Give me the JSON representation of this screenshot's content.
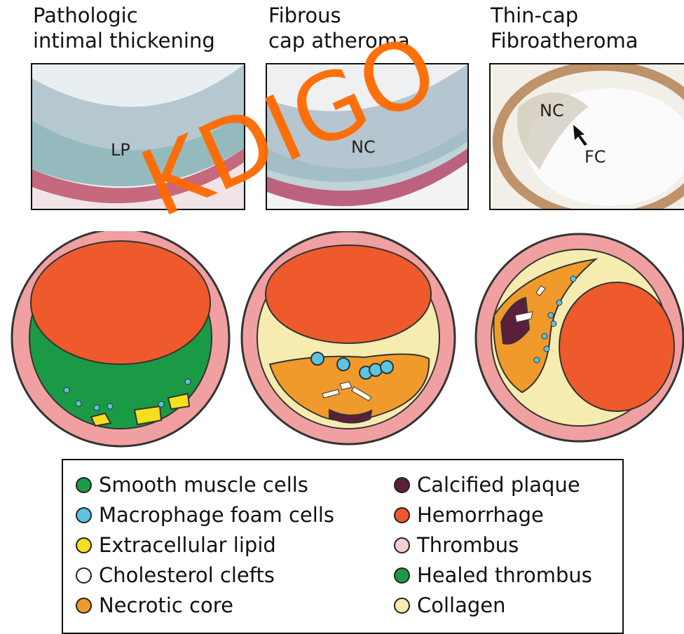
{
  "titles": {
    "col1": [
      "Pathologic",
      "intimal thickening"
    ],
    "col2": [
      "Fibrous",
      "cap atheroma"
    ],
    "col3": [
      "Thin-cap",
      "Fibroatheroma"
    ]
  },
  "panel_labels": {
    "lp": "LP",
    "nc_mid": "NC",
    "nc_right": "NC",
    "fc": "FC"
  },
  "watermark": "KDIGO",
  "legend": {
    "left": [
      {
        "label": "Smooth muscle cells",
        "color": "#1a9a44"
      },
      {
        "label": "Macrophage foam cells",
        "color": "#5bc4e0"
      },
      {
        "label": "Extracellular lipid",
        "color": "#f6e01c"
      },
      {
        "label": "Cholesterol clefts",
        "color": "#ffffff"
      },
      {
        "label": "Necrotic core",
        "color": "#ef9a2a"
      }
    ],
    "right": [
      {
        "label": "Calcified plaque",
        "color": "#5b1f3c"
      },
      {
        "label": "Hemorrhage",
        "color": "#ee5a2b"
      },
      {
        "label": "Thrombus",
        "color": "#f6cfd0"
      },
      {
        "label": "Healed thrombus",
        "color": "#1a9a44"
      },
      {
        "label": "Collagen",
        "color": "#f7ecb0"
      }
    ]
  },
  "colors": {
    "wall": "#f0a0a0",
    "hemorrhage": "#ee5a2b",
    "smooth_muscle": "#1a9a44",
    "collagen": "#f7ecb0",
    "necrotic": "#ef9a2a",
    "lipid": "#f6e01c",
    "foam": "#5bc4e0",
    "calcified": "#5b1f3c",
    "watermark": "#ff6a00"
  }
}
